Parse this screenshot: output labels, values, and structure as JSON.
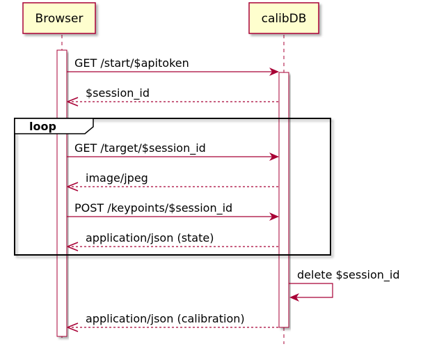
{
  "participants": [
    {
      "name": "Browser"
    },
    {
      "name": "calibDB"
    }
  ],
  "messages": [
    {
      "text": "GET /start/$apitoken",
      "from": "Browser",
      "to": "calibDB",
      "style": "solid"
    },
    {
      "text": "$session_id",
      "from": "calibDB",
      "to": "Browser",
      "style": "dashed"
    },
    {
      "text": "GET /target/$session_id",
      "from": "Browser",
      "to": "calibDB",
      "style": "solid"
    },
    {
      "text": "image/jpeg",
      "from": "calibDB",
      "to": "Browser",
      "style": "dashed"
    },
    {
      "text": "POST /keypoints/$session_id",
      "from": "Browser",
      "to": "calibDB",
      "style": "solid"
    },
    {
      "text": "application/json (state)",
      "from": "calibDB",
      "to": "Browser",
      "style": "dashed"
    },
    {
      "text": "delete $session_id",
      "from": "calibDB",
      "to": "calibDB",
      "style": "solid"
    },
    {
      "text": "application/json (calibration)",
      "from": "calibDB",
      "to": "Browser",
      "style": "dashed"
    }
  ],
  "loop": {
    "label": "loop"
  },
  "colors": {
    "participant_fill": "#FEFECE",
    "participant_border": "#A80036",
    "line": "#A80036",
    "frame": "#000000"
  }
}
